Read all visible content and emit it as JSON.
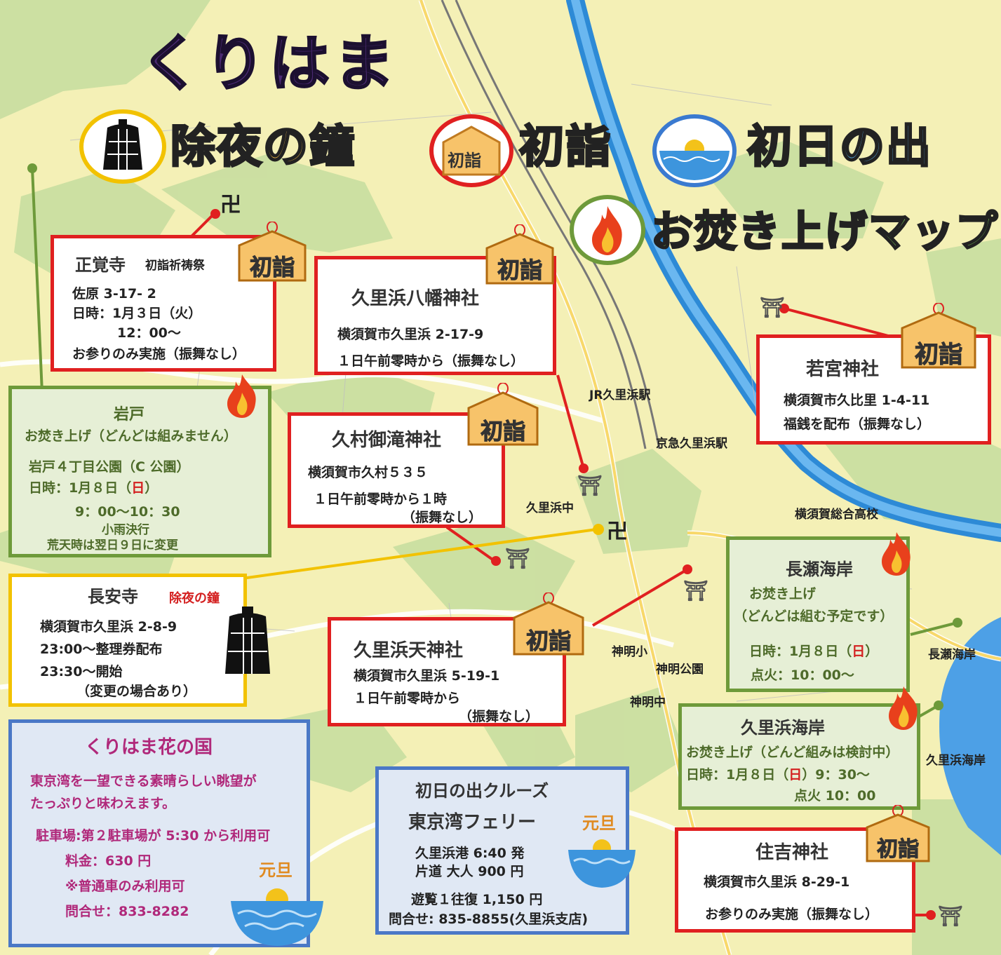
{
  "title": "くりはま",
  "categories": [
    {
      "label": "除夜の鐘",
      "color": "#f5b23a"
    },
    {
      "label": "初詣",
      "color": "#e04848"
    },
    {
      "label": "初日の出",
      "color": "#4ea6e6"
    },
    {
      "label": "お焚き上げマップ",
      "color": "#6cbf4a"
    }
  ],
  "ema_label": "初詣",
  "map_labels": {
    "jr_station": "JR久里浜駅",
    "keikyu_station": "京急久里浜駅",
    "kurihama_chu": "久里浜中",
    "yokosuka_sogo": "横須賀総合高校",
    "shinmei_sho": "神明小",
    "shinmei_park": "神明公園",
    "shinmei_chu": "神明中",
    "nagase_kaigan": "長瀬海岸",
    "kurihama_kaigan": "久里浜海岸"
  },
  "symbols": {
    "temple": "卍",
    "shrine": "⛩"
  },
  "shogakuji": {
    "name": "正覚寺",
    "event": "初詣祈祷祭",
    "address": "佐原 3-17- 2",
    "datetime": "日時：1月３日（火）",
    "time": "12：00〜",
    "note": "お参りのみ実施（振舞なし）"
  },
  "hachiman": {
    "name": "久里浜八幡神社",
    "address": "横須賀市久里浜 2-17-9",
    "note": "１日午前零時から（振舞なし）"
  },
  "wakamiya": {
    "name": "若宮神社",
    "address": "横須賀市久比里 1-4-11",
    "note": "福銭を配布（振舞なし）"
  },
  "iwato": {
    "name": "岩戸",
    "line1": "お焚き上げ（どんどは組みません）",
    "place": "岩戸４丁目公園（C 公園）",
    "date_prefix": "日時：1月８日（",
    "date_day": "日",
    "date_suffix": "）",
    "time": "9：00〜10：30",
    "rain": "小雨決行",
    "storm": "荒天時は翌日９日に変更"
  },
  "kumura": {
    "name": "久村御滝神社",
    "address": "横須賀市久村５３５",
    "time": "１日午前零時から１時",
    "note": "（振舞なし）"
  },
  "choanji": {
    "name": "長安寺",
    "event": "除夜の鐘",
    "address": "横須賀市久里浜 2-8-9",
    "t1": "23:00〜整理券配布",
    "t2": "23:30〜開始",
    "note": "（変更の場合あり）"
  },
  "nagase": {
    "name": "長瀬海岸",
    "line1": "お焚き上げ",
    "line2": "（どんどは組む予定です）",
    "date_prefix": "日時：1月８日（",
    "date_day": "日",
    "date_suffix": "）",
    "fire": "点火：10：00〜"
  },
  "tenjin": {
    "name": "久里浜天神社",
    "address": "横須賀市久里浜 5-19-1",
    "time": "１日午前零時から",
    "note": "（振舞なし）"
  },
  "kaigan": {
    "name": "久里浜海岸",
    "line1": "お焚き上げ（どんど組みは検討中）",
    "date_prefix": "日時：1月８日（",
    "date_day": "日",
    "date_suffix": "）9：30〜",
    "fire": "点火 10：00"
  },
  "hananokuni": {
    "name": "くりはま花の国",
    "desc1": "東京湾を一望できる素晴らしい眺望が",
    "desc2": "たっぷりと味わえます。",
    "parking": "駐車場:第２駐車場が 5:30 から利用可",
    "fee": "料金：630 円",
    "note": "※普通車のみ利用可",
    "contact": "問合せ：833-8282",
    "ganjitsu": "元旦"
  },
  "cruise": {
    "title1": "初日の出クルーズ",
    "title2": "東京湾フェリー",
    "depart": "久里浜港  6:40 発",
    "fare": "片道  大人 900 円",
    "round": "遊覧１往復 1,150 円",
    "contact": "問合せ: 835-8855(久里浜支店)",
    "ganjitsu": "元旦"
  },
  "sumiyoshi": {
    "name": "住吉神社",
    "address": "横須賀市久里浜 8-29-1",
    "note": "お参りのみ実施（振舞なし）"
  }
}
